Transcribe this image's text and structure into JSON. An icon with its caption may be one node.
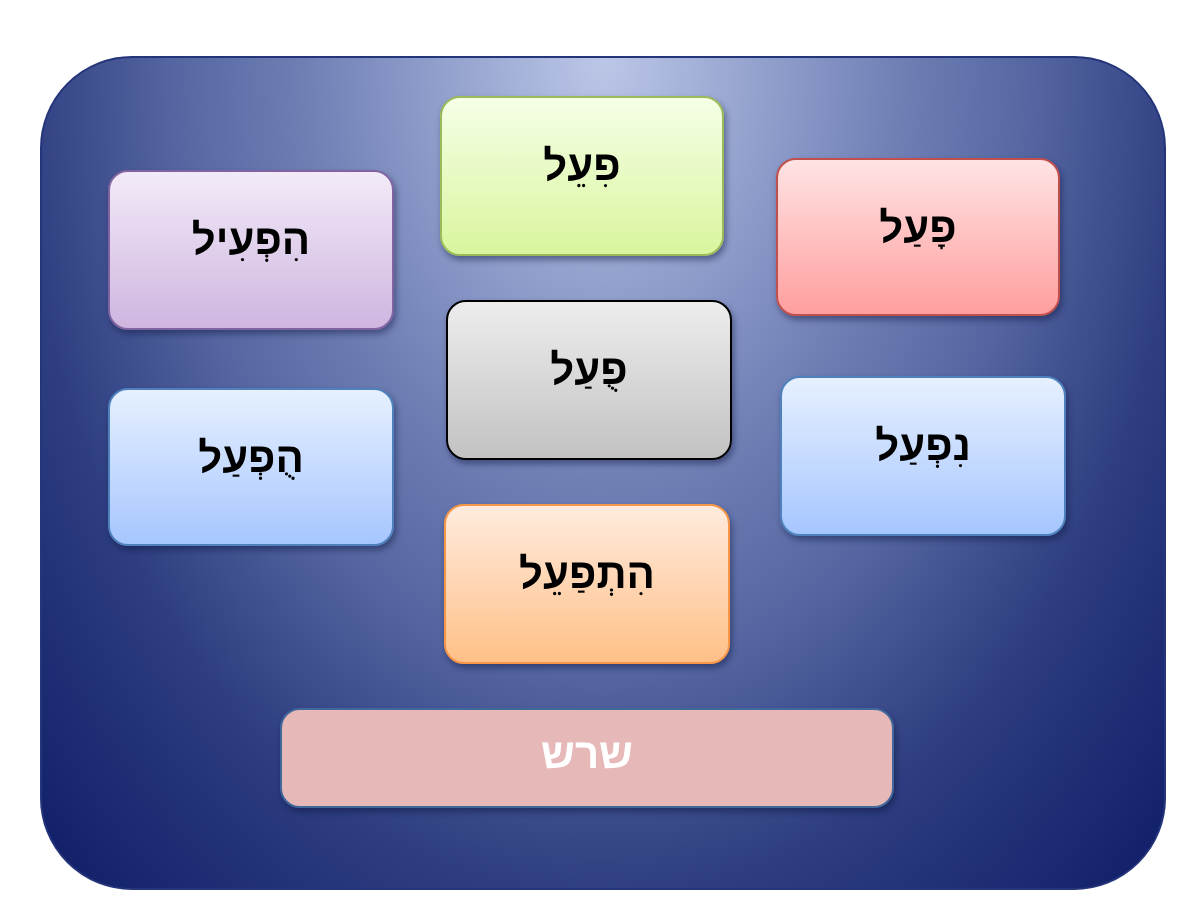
{
  "diagram": {
    "nodes": [
      {
        "text": [],
        "shape": "box"
      },
      {
        "text": [
          "פִעֵל"
        ],
        "in": 0
      },
      {
        "text": [
          "הִפְעִיל"
        ],
        "in": 0
      },
      {
        "text": [
          "פָעַל"
        ],
        "in": 0
      },
      {
        "text": [
          "פֻעַל"
        ],
        "in": 0
      },
      {
        "text": [
          "הֻפְעַל"
        ],
        "in": 0
      },
      {
        "text": [
          "נִפְעַל"
        ],
        "in": 0
      },
      {
        "text": [
          "הִתְפַעֵל"
        ],
        "in": 0
      },
      {
        "text": [
          "שרש"
        ],
        "in": 0
      }
    ]
  }
}
